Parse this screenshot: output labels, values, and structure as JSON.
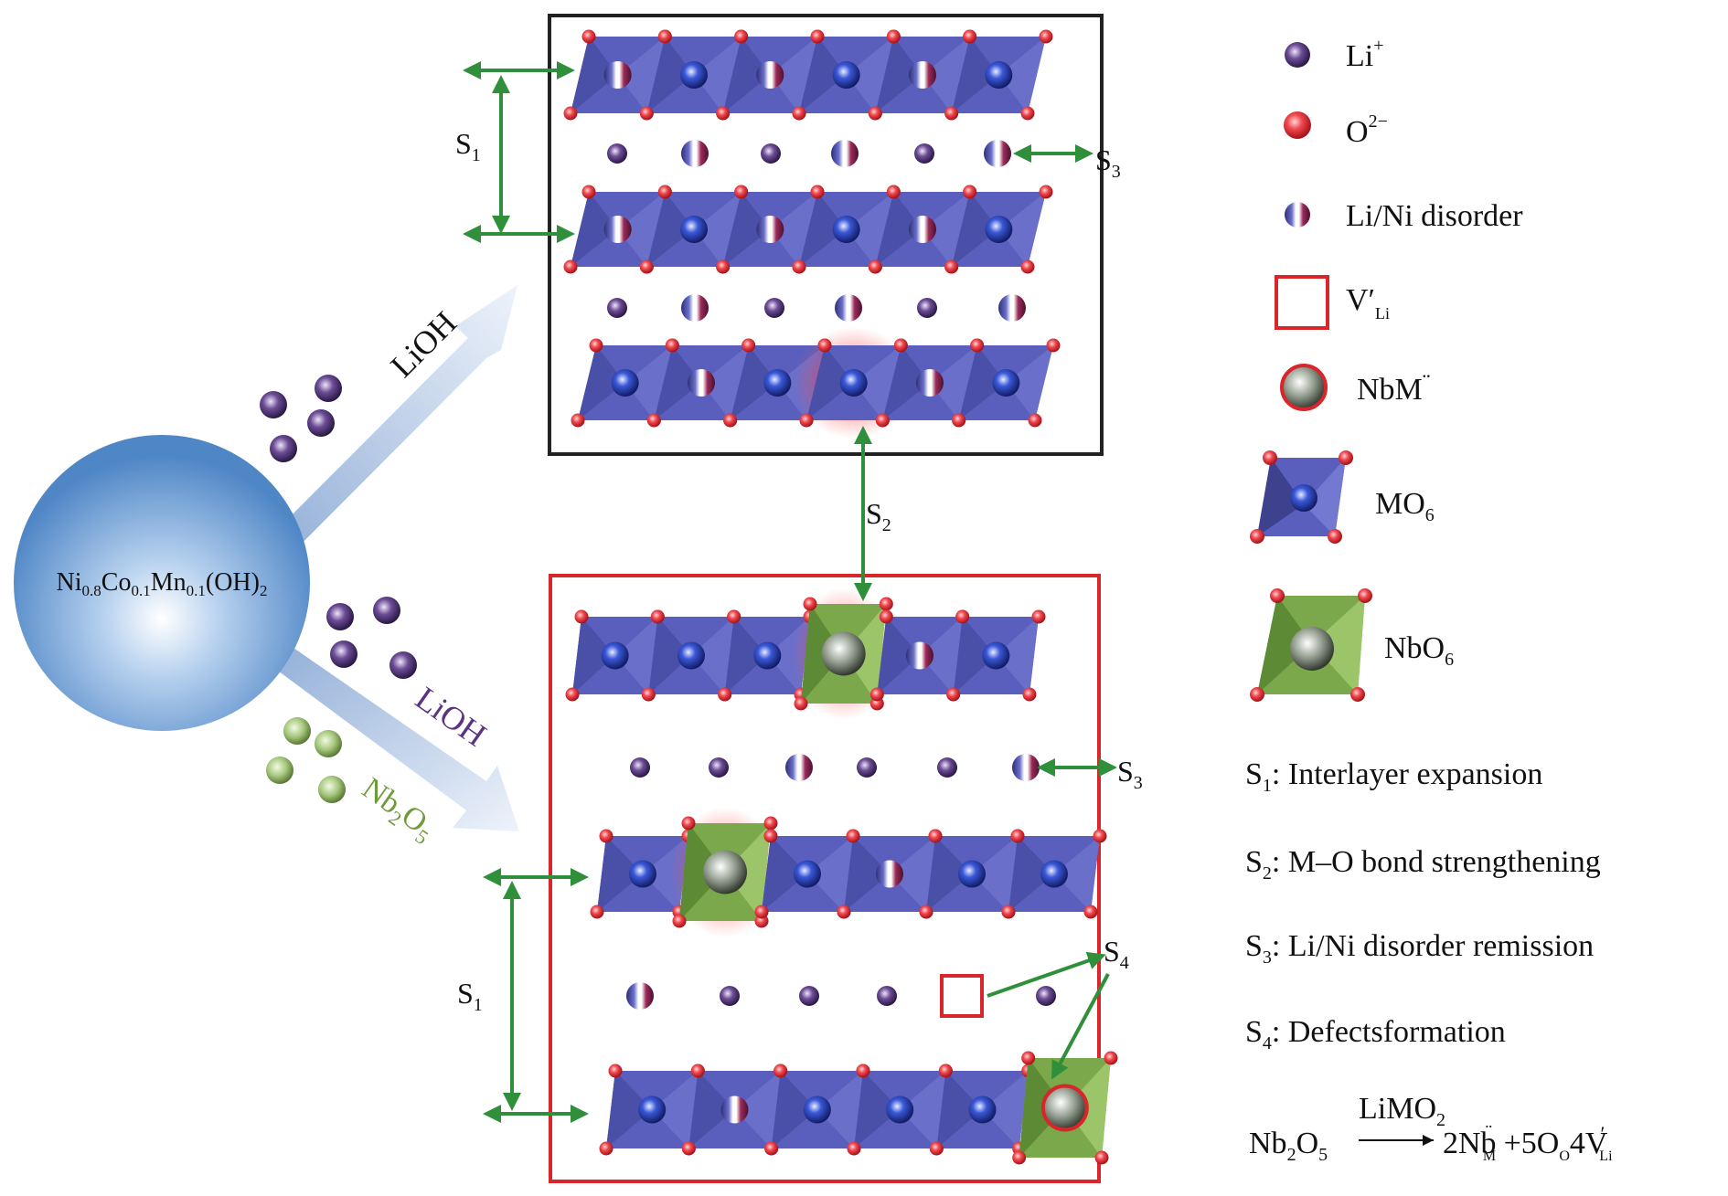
{
  "precursor": {
    "main": "Ni",
    "s1": "0.8",
    "m2": "Co",
    "s2": "0.1",
    "m3": "Mn",
    "s3": "0.1",
    "m4": "(OH)",
    "s4": "2"
  },
  "arrows": {
    "upper_label": "LiOH",
    "lower_label_1": "LiOH",
    "lower_label_2_main": "Nb",
    "lower_label_2_sub1": "2",
    "lower_label_2_mid": "O",
    "lower_label_2_sub2": "5"
  },
  "strategies_short": {
    "s1": "S",
    "s1_sub": "1",
    "s2": "S",
    "s2_sub": "2",
    "s3": "S",
    "s3_sub": "3",
    "s4": "S",
    "s4_sub": "4"
  },
  "legend": {
    "li_main": "Li",
    "li_sup": "+",
    "o_main": "O",
    "o_sup": "2−",
    "lini": "Li/Ni disorder",
    "vac_main": "V′",
    "vac_sub": "Li",
    "nbm_main": "NbM",
    "nbm_sup": "¨",
    "mo6_main": "MO",
    "mo6_sub": "6",
    "nbo6_main": "NbO",
    "nbo6_sub": "6"
  },
  "strategies": [
    {
      "sym": "S",
      "sub": "1",
      "text": ": Interlayer expansion"
    },
    {
      "sym": "S",
      "sub": "2",
      "text": ": M–O bond strengthening"
    },
    {
      "sym": "S",
      "sub": "3",
      "text": ": Li/Ni disorder remission"
    },
    {
      "sym": "S",
      "sub": "4",
      "text": ": Defectsformation"
    }
  ],
  "equation": {
    "lhs": "Nb",
    "lhs_sub1": "2",
    "lhs_mid": "O",
    "lhs_sub2": "5",
    "over": "LiMO",
    "over_sub": "2",
    "rhs1": "2Nb",
    "rhs1_sup": "¨",
    "rhs1_sub": "M",
    "rhs2": " +5O",
    "rhs2_sub": "O",
    "rhs3": "4V",
    "rhs3_sup": "′",
    "rhs3_sub": "Li"
  },
  "colors": {
    "octa": "#5a5fbd",
    "octa_dark": "#3d418e",
    "oxygen": "#e8232c",
    "li": "#5b3f7d",
    "green_octa": "#7aa84a",
    "arrow_green": "#2f8f3a",
    "box_black": "#222222",
    "box_red": "#d9262b",
    "sphere": "#4f86c6"
  }
}
